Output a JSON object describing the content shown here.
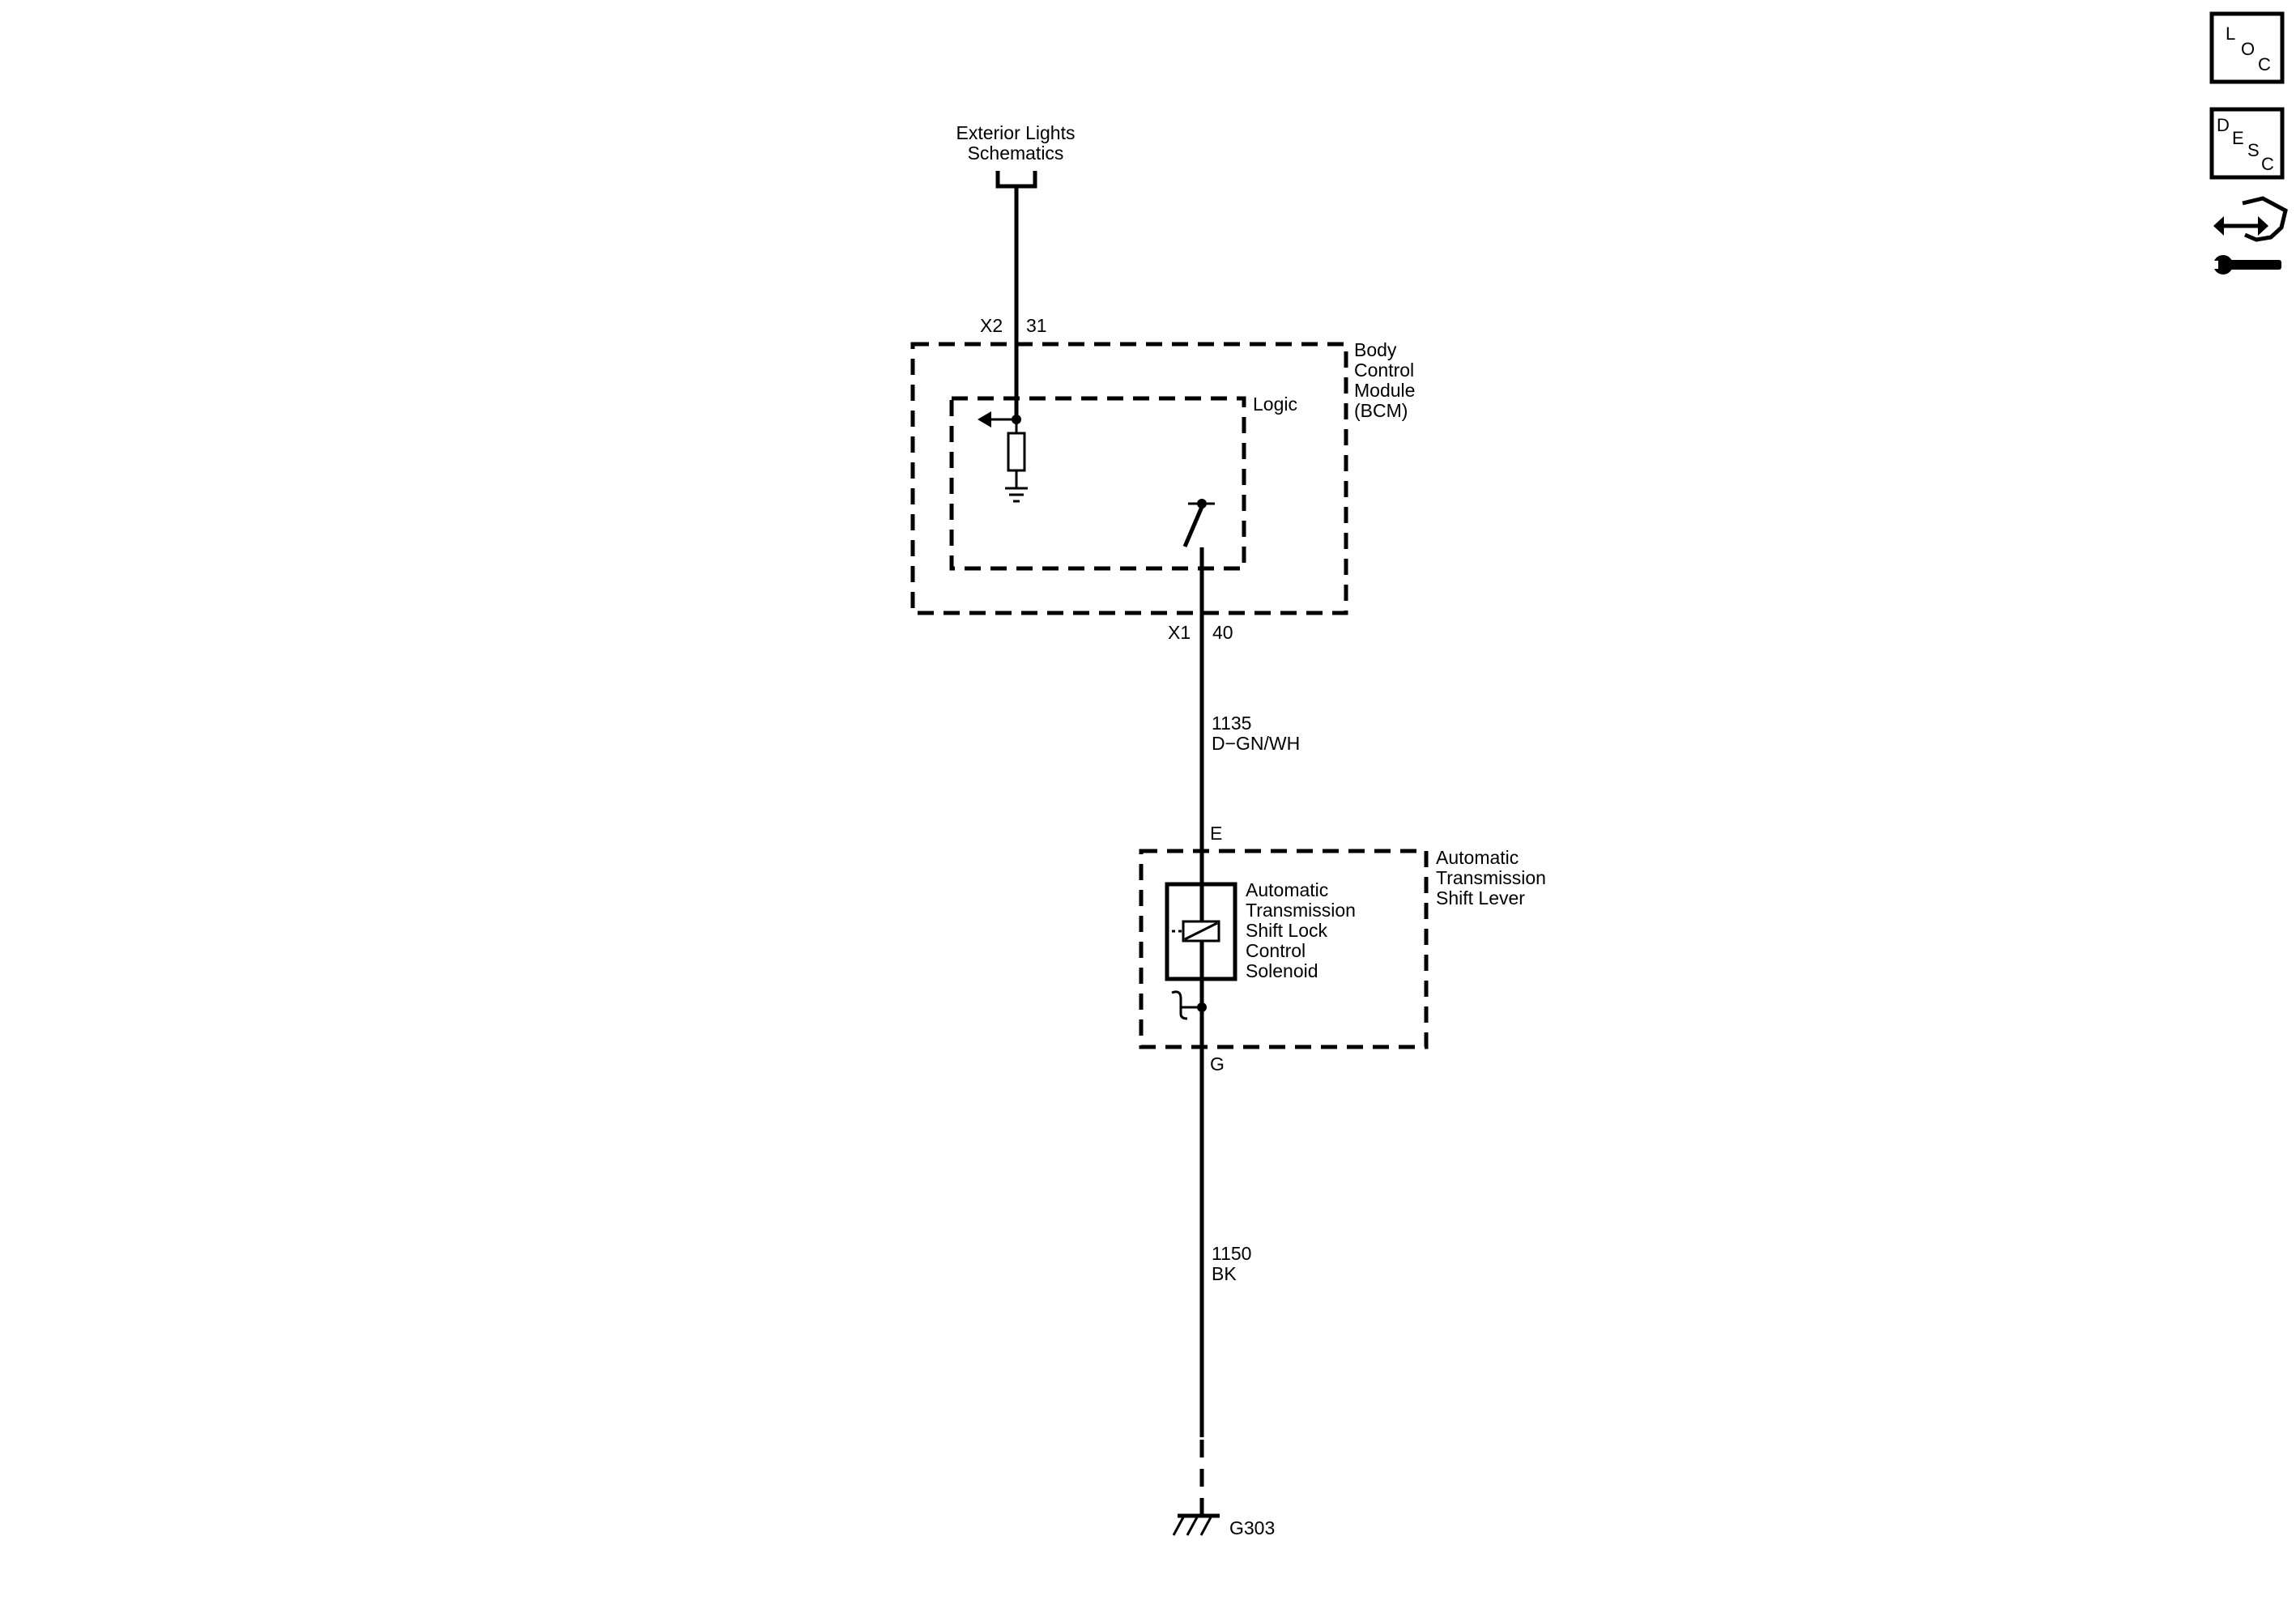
{
  "sources": {
    "exterior_lights": [
      "Exterior Lights",
      "Schematics"
    ]
  },
  "bcm": {
    "name_lines": [
      "Body",
      "Control",
      "Module",
      "(BCM)"
    ],
    "logic_label": "Logic",
    "top_connector": "X2",
    "top_pin": "31",
    "bottom_connector": "X1",
    "bottom_pin": "40"
  },
  "wires": {
    "signal": {
      "circuit": "1135",
      "color": "D−GN/WH"
    },
    "ground": {
      "circuit": "1150",
      "color": "BK"
    }
  },
  "shift_lever": {
    "name_lines": [
      "Automatic",
      "Transmission",
      "Shift Lever"
    ],
    "top_pin": "E",
    "bottom_pin": "G",
    "solenoid_lines": [
      "Automatic",
      "Transmission",
      "Shift Lock",
      "Control",
      "Solenoid"
    ]
  },
  "ground": {
    "label": "G303"
  },
  "side_icons": {
    "loc": [
      "L",
      "O",
      "C"
    ],
    "desc": [
      "D",
      "E",
      "S",
      "C"
    ],
    "service": "service-tools-icon"
  }
}
